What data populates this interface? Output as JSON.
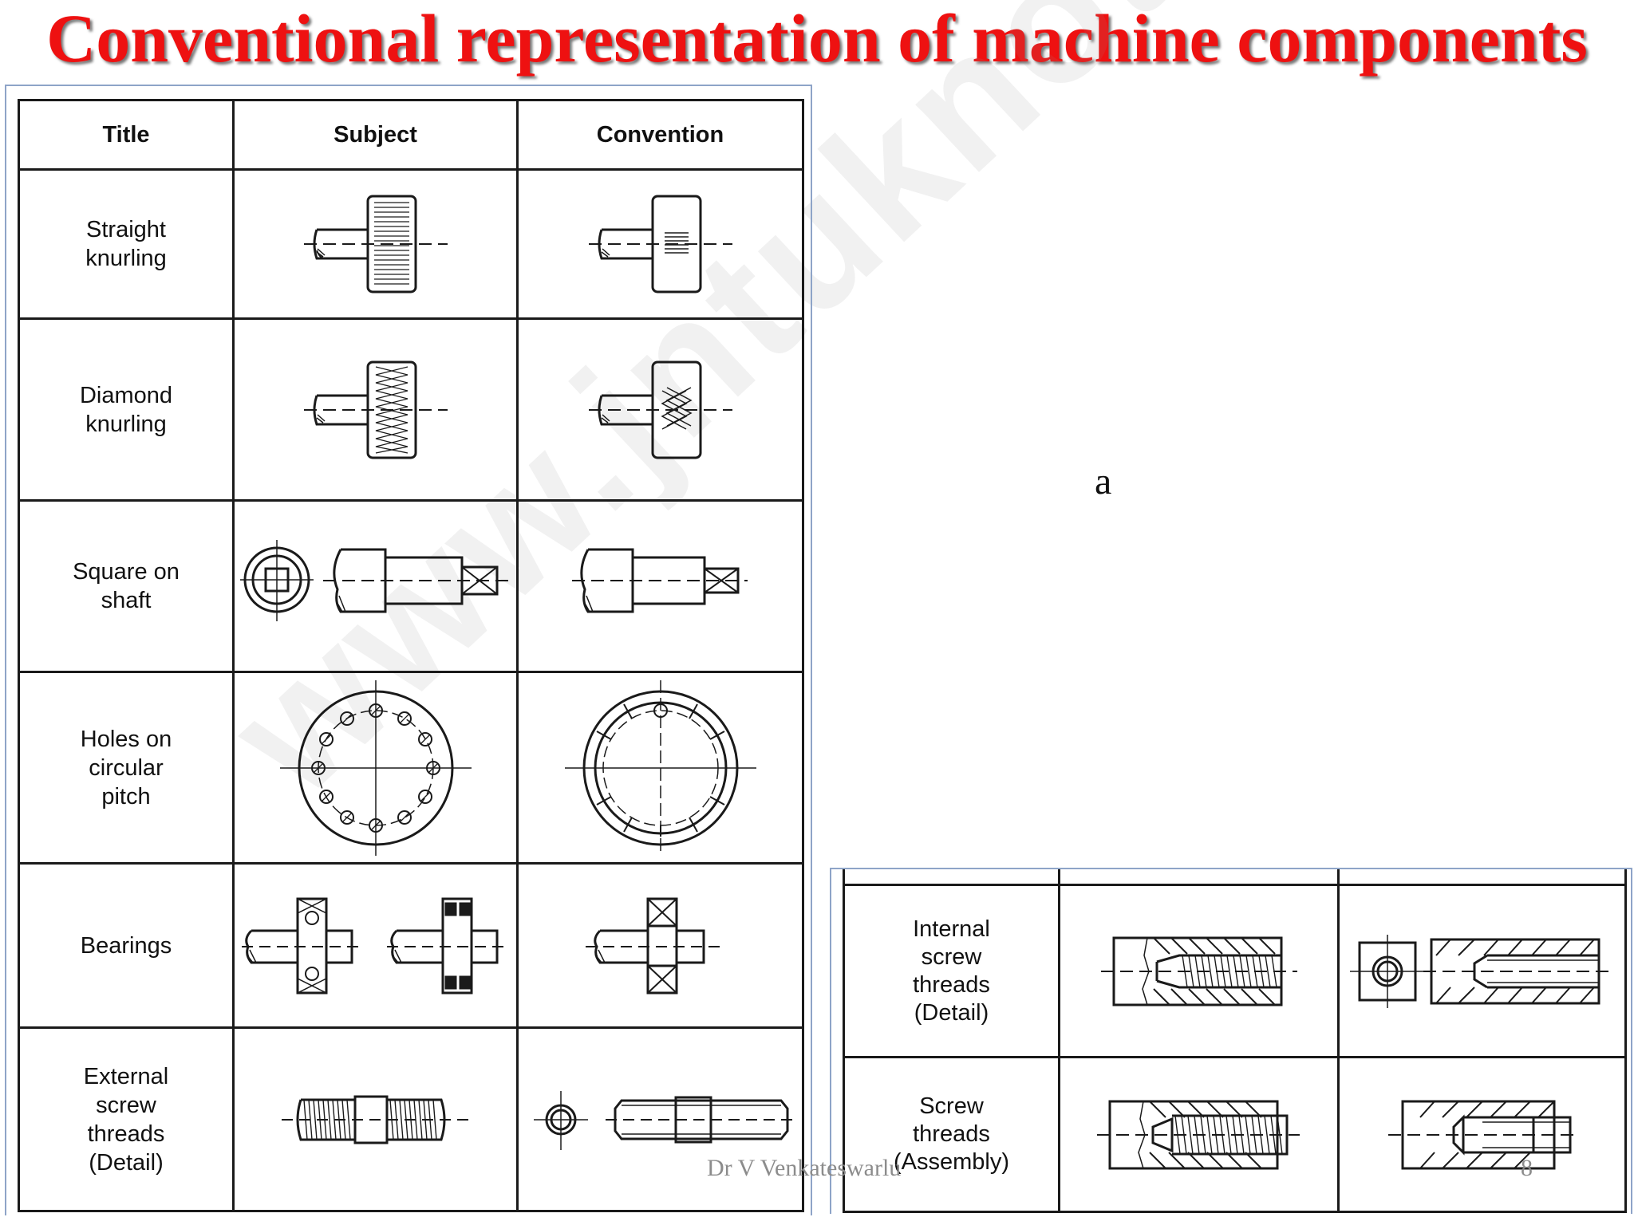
{
  "slide": {
    "title": "Conventional representation of machine components",
    "watermark": "www.jntuknotes.com/",
    "stray_label": "a",
    "footer_author": "Dr V Venkateswarlu",
    "page_number": "8"
  },
  "left_table": {
    "headers": {
      "title": "Title",
      "subject": "Subject",
      "convention": "Convention"
    },
    "rows": [
      {
        "title": "Straight\nknurling"
      },
      {
        "title": "Diamond\nknurling"
      },
      {
        "title": "Square on\nshaft"
      },
      {
        "title": "Holes on\ncircular\npitch"
      },
      {
        "title": "Bearings"
      },
      {
        "title": "External\nscrew\nthreads\n(Detail)"
      }
    ]
  },
  "right_table": {
    "rows": [
      {
        "title": "Internal\nscrew\nthreads\n(Detail)"
      },
      {
        "title": "Screw\nthreads\n(Assembly)"
      }
    ]
  },
  "colors": {
    "title": "#ee1111",
    "frame_border": "#8ea4c8",
    "line": "#1a1a1a",
    "footer": "#8c8c8c"
  }
}
